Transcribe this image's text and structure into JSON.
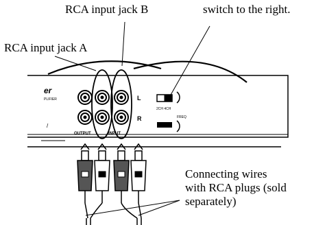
{
  "labels": {
    "jack_b": "RCA input jack B",
    "jack_a": "RCA input jack A",
    "switch_note": "switch to the right.",
    "wires_line1": "Connecting wires",
    "wires_line2": "with RCA plugs (sold",
    "wires_line3": "separately)"
  },
  "panel": {
    "output_label": "OUTPUT",
    "input_label": "INPUT",
    "channel_l": "L",
    "channel_r": "R",
    "brand_fragment": "er",
    "brand_sub": "PLIFIER",
    "switch_marks": "2CH 4CH",
    "freq_fragment": "FREQ"
  },
  "colors": {
    "ink": "#000000",
    "background": "#ffffff",
    "plug_dark": "#555555",
    "plug_light": "#ffffff"
  }
}
